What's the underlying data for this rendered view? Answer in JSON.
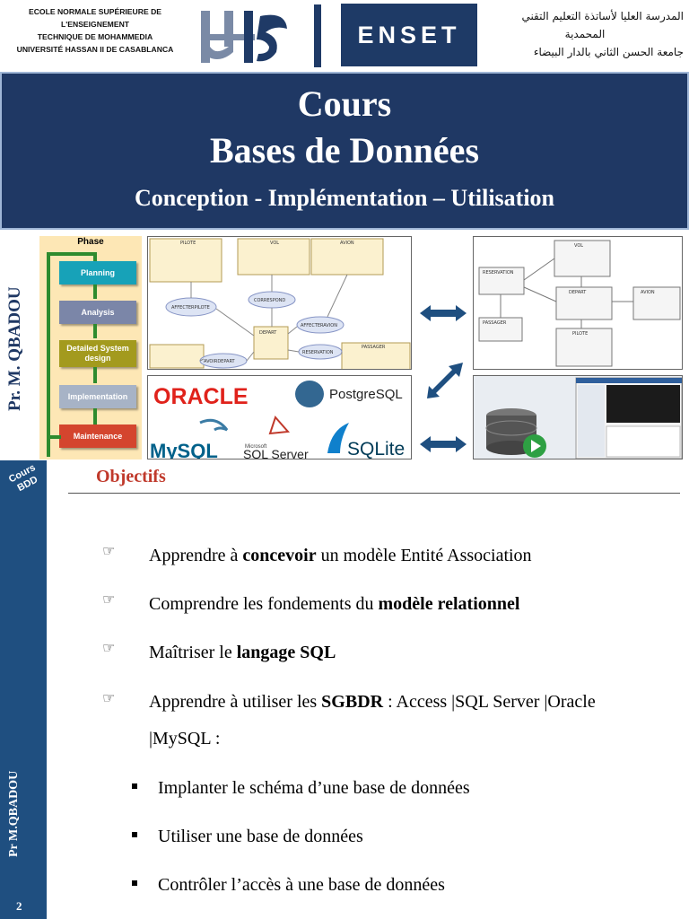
{
  "header": {
    "school_fr": [
      "ECOLE NORMALE SUPÉRIEURE DE",
      "L'ENSEIGNEMENT",
      "TECHNIQUE DE MOHAMMEDIA",
      "UNIVERSITÉ HASSAN II DE CASABLANCA"
    ],
    "logo_text": "ENSET",
    "school_ar": [
      "المدرسة العليا لأساتذة التعليم التقني",
      "المحمدية",
      "جامعة الحسن الثاني بالدار البيضاء"
    ]
  },
  "banner": {
    "line1": "Cours",
    "line2": "Bases de Données",
    "subtitle": "Conception - Implémentation – Utilisation"
  },
  "images": {
    "professor_vertical": "Pr. M. QBADOU",
    "phase_title": "Phase",
    "phases": [
      {
        "label": "Planning",
        "color": "#17a2b8"
      },
      {
        "label": "Analysis",
        "color": "#7b86a8"
      },
      {
        "label": "Detailed System design",
        "color": "#a39a1e"
      },
      {
        "label": "Implementation",
        "color": "#a7b3c6"
      },
      {
        "label": "Maintenance",
        "color": "#d4452e"
      }
    ],
    "ea_entities": [
      "PILOTE",
      "VOL",
      "AVION",
      "DEPART",
      "PASSAGER"
    ],
    "ea_associations": [
      "AFFECTERPILOTE",
      "CORRESPOND",
      "AFFECTERAVION",
      "RESERVATION",
      "AVOIRDEPART"
    ],
    "rel_tables": [
      "VOL",
      "RESERVATION",
      "DEPART",
      "AVION",
      "PASSAGER",
      "PILOTE"
    ],
    "dbms_logos": [
      "ORACLE",
      "PostgreSQL",
      "MySQL",
      "SQL Server",
      "SQLite"
    ],
    "dbms_microsoft": "Microsoft"
  },
  "sidebar": {
    "top_label": [
      "Cours",
      "BDD"
    ],
    "author": "Pr M.QBADOU",
    "page_number": "2"
  },
  "objectifs": {
    "title": "Objectifs",
    "items": [
      {
        "pre": "Apprendre à ",
        "bold": "concevoir",
        "post": " un modèle Entité Association"
      },
      {
        "pre": "Comprendre les fondements du ",
        "bold": "modèle relationnel",
        "post": ""
      },
      {
        "pre": "Maîtriser le ",
        "bold": "langage SQL",
        "post": ""
      },
      {
        "pre": "Apprendre à utiliser les ",
        "bold": "SGBDR",
        "post": " : Access |SQL Server |Oracle",
        "line2": "|MySQL :"
      }
    ],
    "sub_items": [
      "Implanter le schéma d’une base de données",
      "Utiliser une base de données",
      "Contrôler l’accès à une base de données"
    ],
    "hand_glyph": "☞"
  }
}
